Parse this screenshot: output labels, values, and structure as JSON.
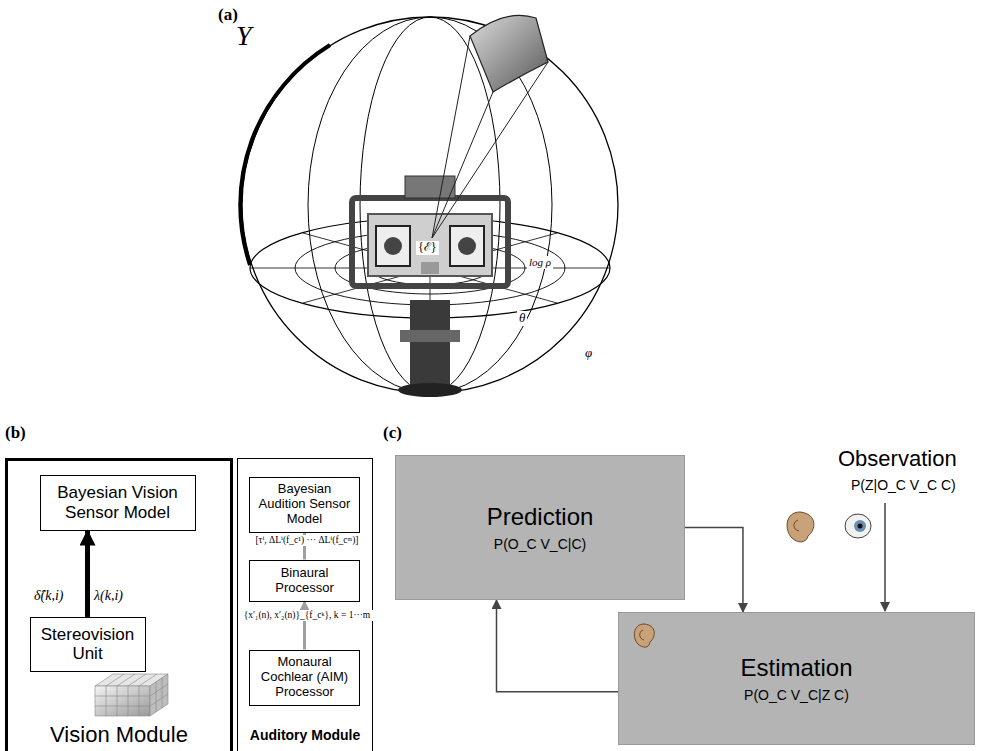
{
  "diagram": {
    "nodes": [
      {
        "text": [
          "Vision Module"
        ]
      },
      {
        "text": [
          "Bayesian Vision Sensor Model"
        ],
        "in": 0
      },
      {
        "text": [
          "Stereovision Unit"
        ],
        "in": 0
      },
      {
        "text": [
          "Auditory Module"
        ]
      },
      {
        "text": [
          "Bayesian Audition Sensor Model"
        ],
        "in": 3
      },
      {
        "text": [
          "Binaural Processor"
        ],
        "in": 3
      },
      {
        "text": [
          "Monaural Cochlear (AIM) Processor"
        ],
        "in": 3
      },
      {
        "text": [
          "Prediction",
          "P(O_C V_C|C)"
        ]
      },
      {
        "text": [
          "Estimation",
          "P(O_C V_C|Z C)"
        ]
      }
    ],
    "edges": [
      {
        "from": 2,
        "to": 1,
        "arrow": "to"
      },
      {
        "from": 6,
        "to": 5,
        "arrow": "to"
      },
      {
        "from": 5,
        "to": 4,
        "arrow": "to"
      },
      {
        "from": 7,
        "to": 8,
        "arrow": "to"
      },
      {
        "from": 8,
        "to": 7,
        "arrow": "to"
      }
    ],
    "labels": [
      "(a)",
      "Y",
      "{ℰ}",
      "log ρ",
      "θ",
      "φ",
      "(b)",
      "δ̂(k,i)",
      "λ(k,i)",
      "[τⁱ, ΔLⁱ(f_c¹) ··· ΔLⁱ(f_cᵐ)]",
      "{x′₁(n), x′₂(n)}_{f_cᵏ}, k = 1···m",
      "(c)",
      "Observation",
      "P(Z|O_C V_C C)"
    ]
  }
}
